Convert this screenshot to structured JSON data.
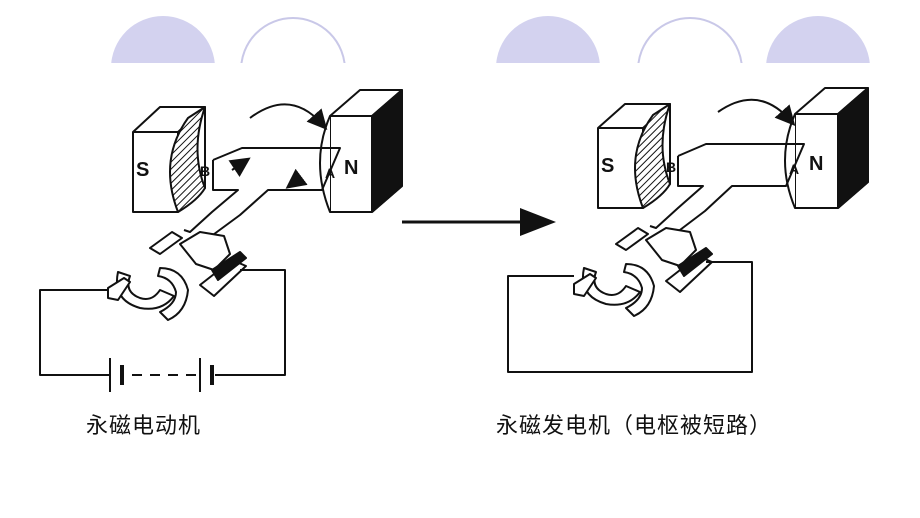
{
  "colors": {
    "decor_fill": "#d3d2ef",
    "decor_stroke": "#c9c8e8",
    "line": "#111111"
  },
  "left_figure": {
    "pole_s": "S",
    "pole_n": "N",
    "point_b": "B",
    "point_a": "A",
    "caption": "永磁电动机"
  },
  "right_figure": {
    "pole_s": "S",
    "pole_n": "N",
    "point_b": "B",
    "point_a": "A",
    "caption": "永磁发电机（电枢被短路）"
  }
}
